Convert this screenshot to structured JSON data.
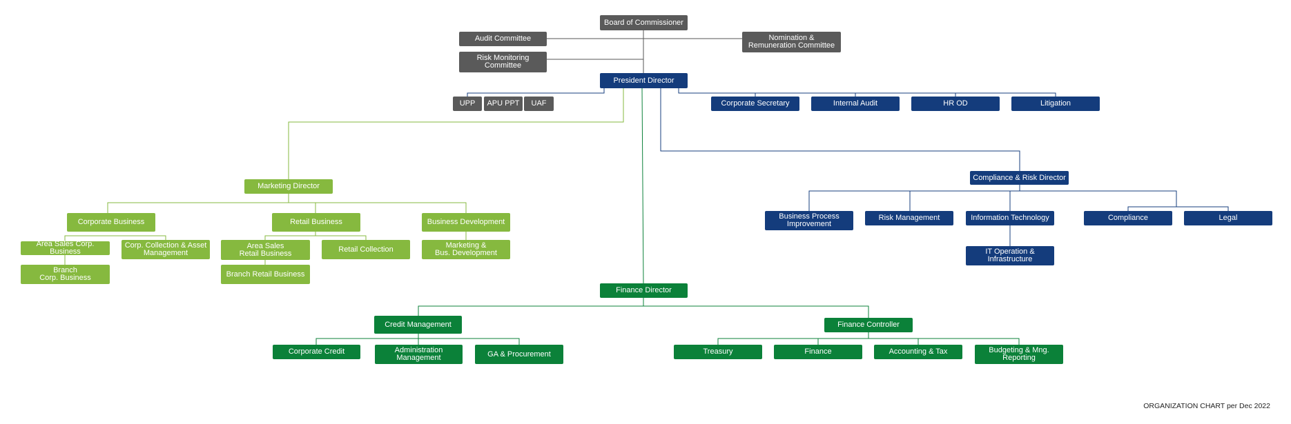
{
  "colors": {
    "board": "#5a5a5a",
    "director_blue": "#143c7c",
    "marketing_lime": "#86b93f",
    "finance_green": "#0b8139"
  },
  "nodes": {
    "board": "Board of Commissioner",
    "audit_committee": "Audit Committee",
    "risk_monitoring": "Risk Monitoring\nCommittee",
    "nomination": "Nomination &\nRemuneration  Committee",
    "president": "President Director",
    "upp": "UPP",
    "apu_ppt": "APU PPT",
    "uaf": "UAF",
    "corp_secretary": "Corporate Secretary",
    "internal_audit": "Internal Audit",
    "hr_od": "HR OD",
    "litigation": "Litigation",
    "marketing_director": "Marketing Director",
    "corporate_business": "Corporate Business",
    "retail_business": "Retail Business",
    "business_development": "Business Development",
    "area_sales_corp": "Area Sales Corp. Business",
    "corp_collection": "Corp. Collection & Asset\nManagement",
    "branch_corp": "Branch\nCorp. Business",
    "area_sales_retail": "Area Sales\nRetail Business",
    "retail_collection": "Retail Collection",
    "branch_retail": "Branch Retail Business",
    "marketing_bus_dev": "Marketing &\nBus. Development",
    "compliance_risk_director": "Compliance & Risk Director",
    "bpi": "Business Process\nImprovement",
    "risk_management": "Risk Management",
    "information_technology": "Information Technology",
    "it_operation": "IT Operation &\nInfrastructure",
    "compliance": "Compliance",
    "legal": "Legal",
    "finance_director": "Finance Director",
    "credit_management": "Credit Management",
    "finance_controller": "Finance Controller",
    "corporate_credit": "Corporate Credit",
    "administration_management": "Administration\nManagement",
    "ga_procurement": "GA & Procurement",
    "treasury": "Treasury",
    "finance": "Finance",
    "accounting_tax": "Accounting & Tax",
    "budgeting": "Budgeting & Mng.\nReporting"
  },
  "footnote": "ORGANIZATION CHART per Dec 2022"
}
